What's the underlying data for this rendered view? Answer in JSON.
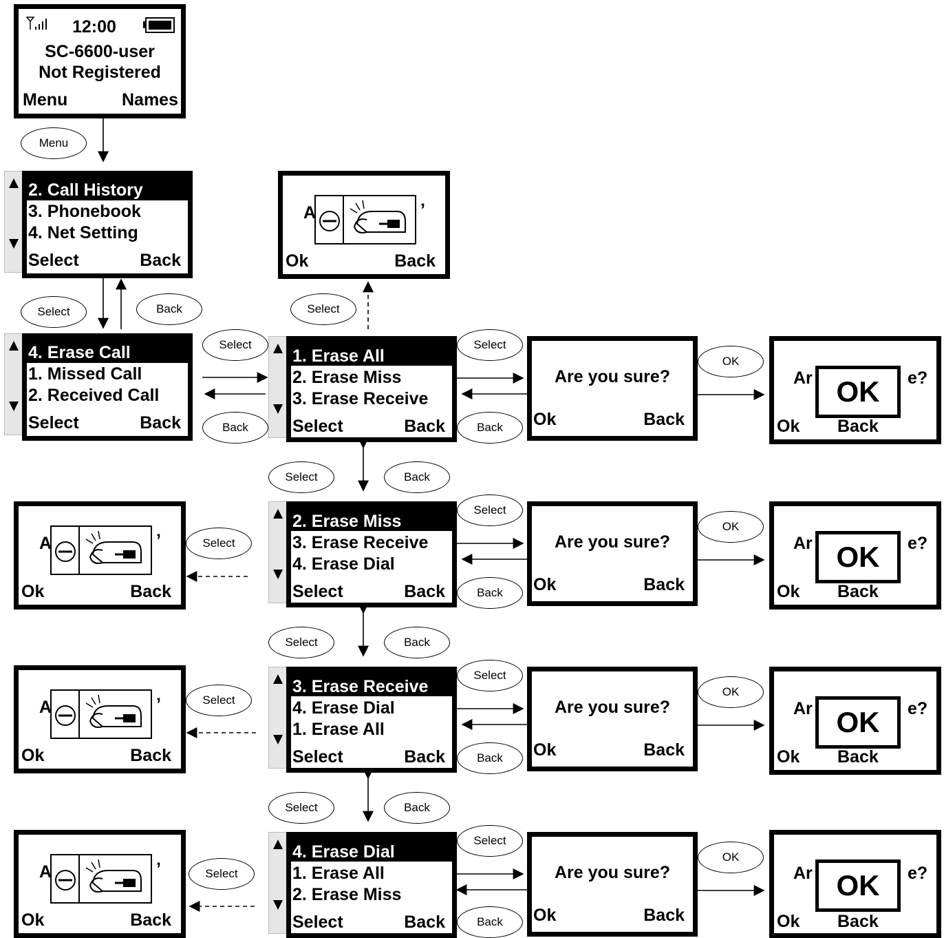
{
  "idle": {
    "time": "12:00",
    "user": "SC-6600-user",
    "status": "Not Registered",
    "soft_left": "Menu",
    "soft_right": "Names"
  },
  "main_menu": {
    "items": [
      "2. Call History",
      "3. Phonebook",
      "4. Net Setting"
    ],
    "soft_left": "Select",
    "soft_right": "Back"
  },
  "history_menu": {
    "items": [
      "4. Erase Call",
      "1. Missed Call",
      "2. Received Call"
    ],
    "soft_left": "Select",
    "soft_right": "Back"
  },
  "erase_menus": [
    {
      "items": [
        "1. Erase All",
        "2. Erase Miss",
        "3. Erase Receive"
      ]
    },
    {
      "items": [
        "2. Erase Miss",
        "3. Erase Receive",
        "4. Erase Dial"
      ]
    },
    {
      "items": [
        "3. Erase Receive",
        "4. Erase Dial",
        "1. Erase All"
      ]
    },
    {
      "items": [
        "4. Erase Dial",
        "1. Erase All",
        "2. Erase Miss"
      ]
    }
  ],
  "confirm": {
    "question": "Are you sure?",
    "soft_left": "Ok",
    "soft_right": "Back"
  },
  "done": {
    "left_text": "Ar",
    "right_text": "e?",
    "ok_label": "OK",
    "soft_left": "Ok",
    "soft_right": "Back"
  },
  "empty_popup": {
    "left_char": "A",
    "right_char": "’",
    "soft_left": "Ok",
    "soft_right": "Back",
    "icons": [
      "no-entry-icon",
      "empty-mailbox-icon"
    ]
  },
  "buttons": {
    "menu": "Menu",
    "select": "Select",
    "back": "Back",
    "ok": "OK"
  }
}
